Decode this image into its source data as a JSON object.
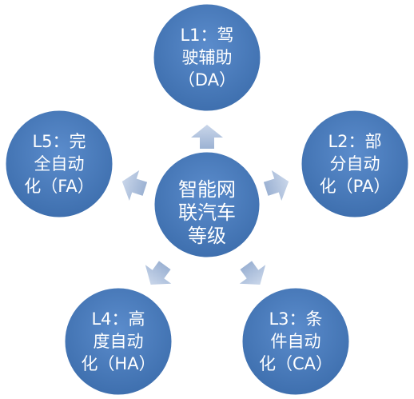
{
  "colors": {
    "node_fill_light": "#5b8ccc",
    "node_fill_dark": "#3e6fae",
    "arrow_light": "#c9d6ea",
    "arrow_dark": "#9cb2d3"
  },
  "center": {
    "lines": [
      "智能网",
      "联汽车",
      "等级"
    ]
  },
  "levels": [
    {
      "id": "l1",
      "lines": [
        "L1：驾",
        "驶辅助",
        "（DA）"
      ]
    },
    {
      "id": "l2",
      "lines": [
        "L2：部",
        "分自动",
        "化（PA）"
      ]
    },
    {
      "id": "l3",
      "lines": [
        "L3：条",
        "件自动",
        "化（CA）"
      ]
    },
    {
      "id": "l4",
      "lines": [
        "L4：高",
        "度自动",
        "化（HA）"
      ]
    },
    {
      "id": "l5",
      "lines": [
        "L5：完",
        "全自动",
        "化（FA）"
      ]
    }
  ]
}
